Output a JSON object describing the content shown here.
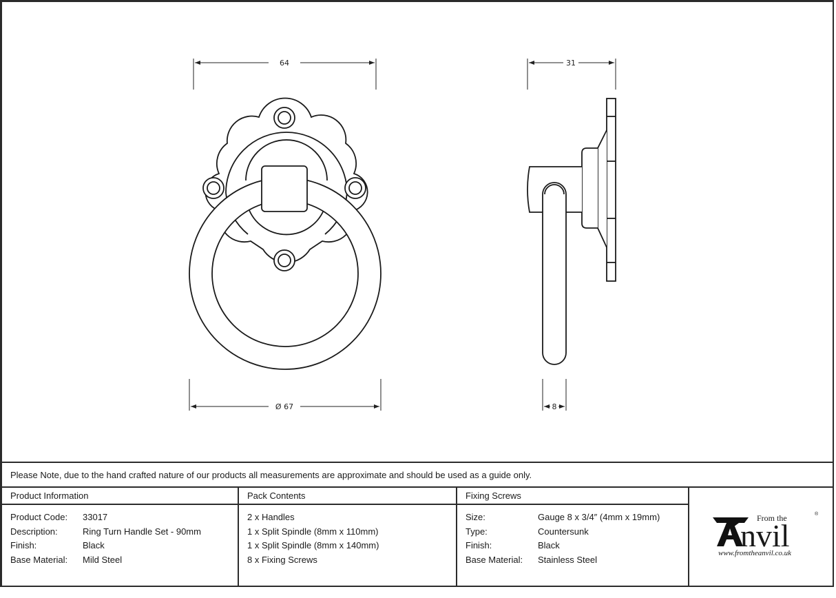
{
  "drawing": {
    "front_view": {
      "width_dimension": "64",
      "ring_diameter_dimension": "Ø 67"
    },
    "side_view": {
      "depth_dimension": "31",
      "ring_thickness_dimension": "8"
    }
  },
  "note": "Please Note, due to the hand crafted nature of our products all measurements are approximate and should be used as a guide only.",
  "product_information": {
    "heading": "Product Information",
    "rows": [
      {
        "label": "Product Code:",
        "value": "33017"
      },
      {
        "label": "Description:",
        "value": "Ring Turn Handle Set - 90mm"
      },
      {
        "label": "Finish:",
        "value": "Black"
      },
      {
        "label": "Base Material:",
        "value": "Mild Steel"
      }
    ]
  },
  "pack_contents": {
    "heading": "Pack Contents",
    "items": [
      "2 x Handles",
      "1 x Split Spindle (8mm x 110mm)",
      "1 x Split Spindle (8mm x 140mm)",
      "8 x Fixing Screws"
    ]
  },
  "fixing_screws": {
    "heading": "Fixing Screws",
    "rows": [
      {
        "label": "Size:",
        "value": "Gauge 8 x 3/4″ (4mm x 19mm)"
      },
      {
        "label": "Type:",
        "value": "Countersunk"
      },
      {
        "label": "Finish:",
        "value": "Black"
      },
      {
        "label": "Base Material:",
        "value": "Stainless Steel"
      }
    ]
  },
  "logo": {
    "from_text": "From the",
    "brand": "Anvil",
    "registered": "®",
    "url": "www.fromtheanvil.co.uk"
  }
}
